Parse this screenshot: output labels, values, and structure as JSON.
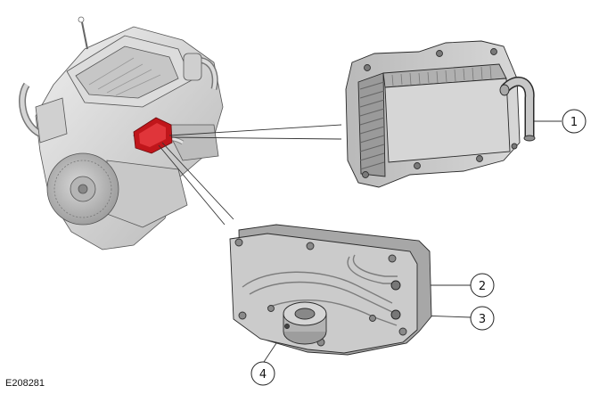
{
  "diagram": {
    "reference_id": "E208281",
    "callouts": [
      {
        "id": "1",
        "label": "1"
      },
      {
        "id": "2",
        "label": "2"
      },
      {
        "id": "3",
        "label": "3"
      },
      {
        "id": "4",
        "label": "4"
      }
    ],
    "colors": {
      "highlight": "#c0161b",
      "part_fill": "#c9c9c9",
      "part_dark": "#8c8c8c",
      "outline": "#2a2a2a",
      "leader": "#333333"
    }
  }
}
